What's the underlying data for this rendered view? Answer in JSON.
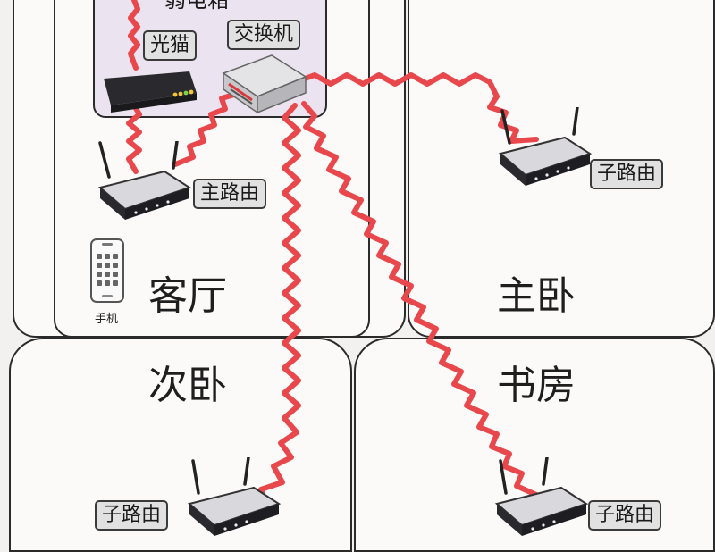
{
  "rooms": {
    "living": "客厅",
    "master_bedroom": "主卧",
    "second_bedroom": "次卧",
    "study": "书房"
  },
  "cabinet": {
    "title": "弱电箱"
  },
  "devices": {
    "modem": "光猫",
    "switch": "交换机",
    "main_router": "主路由",
    "sub_router_master": "子路由",
    "sub_router_second": "子路由",
    "sub_router_study": "子路由",
    "phone": "手机"
  },
  "colors": {
    "cable": "#e8474c",
    "cabinet_fill": "#ebe3ef",
    "room_border": "#2b2b2b",
    "router_body": "#2a2a2e"
  }
}
